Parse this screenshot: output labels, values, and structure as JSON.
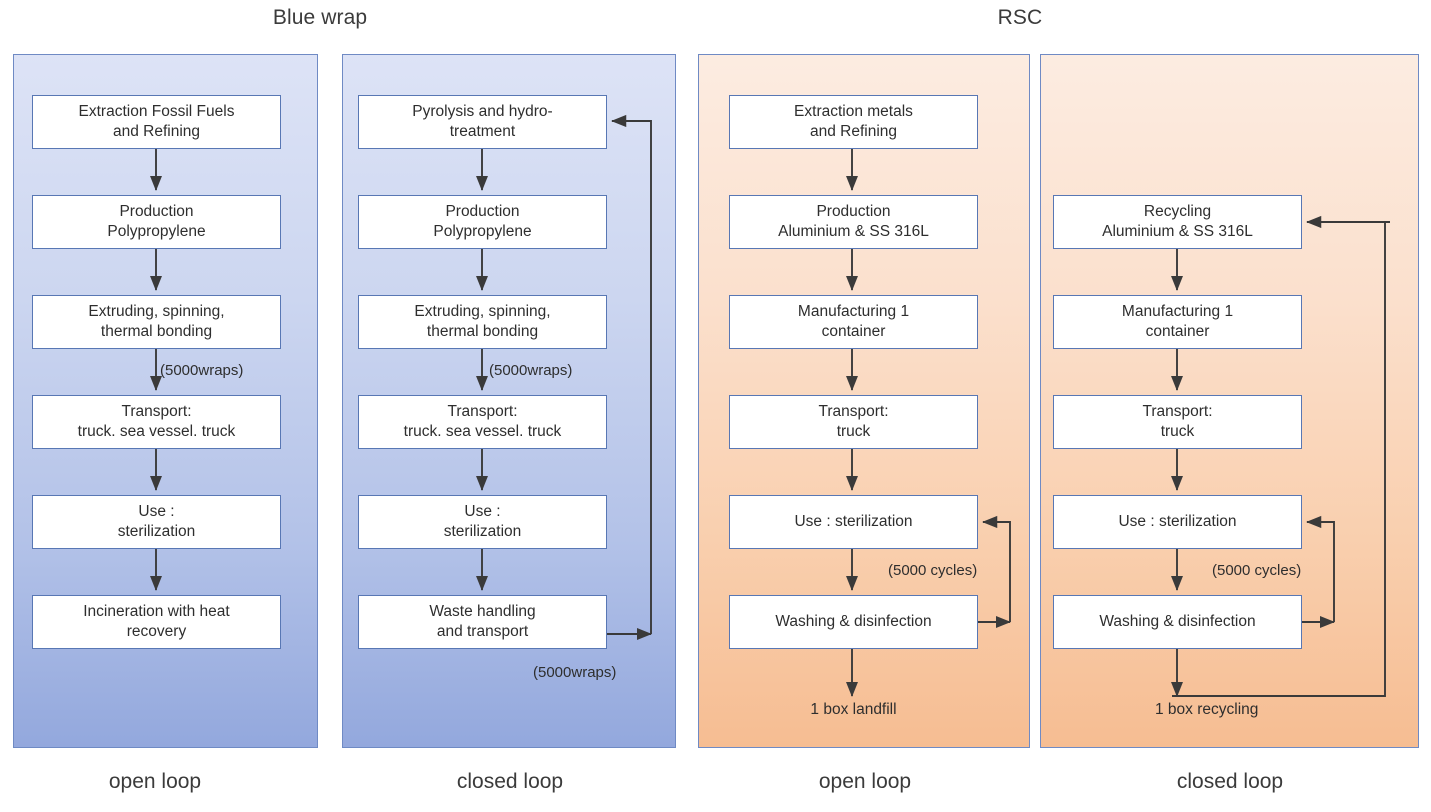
{
  "groups": [
    {
      "id": "blue-wrap",
      "title": "Blue wrap"
    },
    {
      "id": "rsc",
      "title": "RSC"
    }
  ],
  "colors": {
    "blue_panel_top": "#dde3f6",
    "blue_panel_bottom": "#93a8dd",
    "orange_panel_top": "#fcece1",
    "orange_panel_bottom": "#f6bd92",
    "panel_border": "#6f8ac4",
    "node_border": "#5877b4",
    "node_fill": "#ffffff",
    "arrow": "#3a3a3a",
    "text": "#2e2e2e"
  },
  "panels": [
    {
      "id": "blue-open-loop",
      "caption": "open loop",
      "nodes": [
        {
          "line1": "Extraction Fossil Fuels",
          "line2": "and Refining"
        },
        {
          "line1": "Production",
          "line2": "Polypropylene"
        },
        {
          "line1": "Extruding, spinning,",
          "line2": "thermal bonding"
        },
        {
          "line1": "Transport:",
          "line2": "truck. sea vessel. truck"
        },
        {
          "line1": "Use :",
          "line2": "sterilization"
        },
        {
          "line1": "Incineration with heat",
          "line2": "recovery"
        }
      ],
      "edge_labels": [
        {
          "text": "(5000wraps)"
        }
      ]
    },
    {
      "id": "blue-closed-loop",
      "caption": "closed loop",
      "nodes": [
        {
          "line1": "Pyrolysis and hydro-",
          "line2": "treatment"
        },
        {
          "line1": "Production",
          "line2": "Polypropylene"
        },
        {
          "line1": "Extruding, spinning,",
          "line2": "thermal bonding"
        },
        {
          "line1": "Transport:",
          "line2": "truck. sea vessel. truck"
        },
        {
          "line1": "Use :",
          "line2": "sterilization"
        },
        {
          "line1": "Waste handling",
          "line2": "and transport"
        }
      ],
      "edge_labels": [
        {
          "text": "(5000wraps)"
        },
        {
          "text": "(5000wraps)"
        }
      ]
    },
    {
      "id": "rsc-open-loop",
      "caption": "open loop",
      "nodes": [
        {
          "line1": "Extraction metals",
          "line2": "and Refining"
        },
        {
          "line1": "Production",
          "line2": "Aluminium & SS 316L"
        },
        {
          "line1": "Manufacturing  1",
          "line2": "container"
        },
        {
          "line1": "Transport:",
          "line2": "truck"
        },
        {
          "line1": "Use : sterilization",
          "line2": ""
        },
        {
          "line1": "Washing & disinfection",
          "line2": ""
        }
      ],
      "terminal": "1 box landfill",
      "edge_labels": [
        {
          "text": "(5000 cycles)"
        }
      ]
    },
    {
      "id": "rsc-closed-loop",
      "caption": "closed loop",
      "nodes": [
        {
          "line1": "Recycling",
          "line2": "Aluminium & SS 316L"
        },
        {
          "line1": "Manufacturing  1",
          "line2": "container"
        },
        {
          "line1": "Transport:",
          "line2": "truck"
        },
        {
          "line1": "Use : sterilization",
          "line2": ""
        },
        {
          "line1": "Washing & disinfection",
          "line2": ""
        }
      ],
      "terminal": "1 box recycling",
      "edge_labels": [
        {
          "text": "(5000 cycles)"
        }
      ]
    }
  ]
}
